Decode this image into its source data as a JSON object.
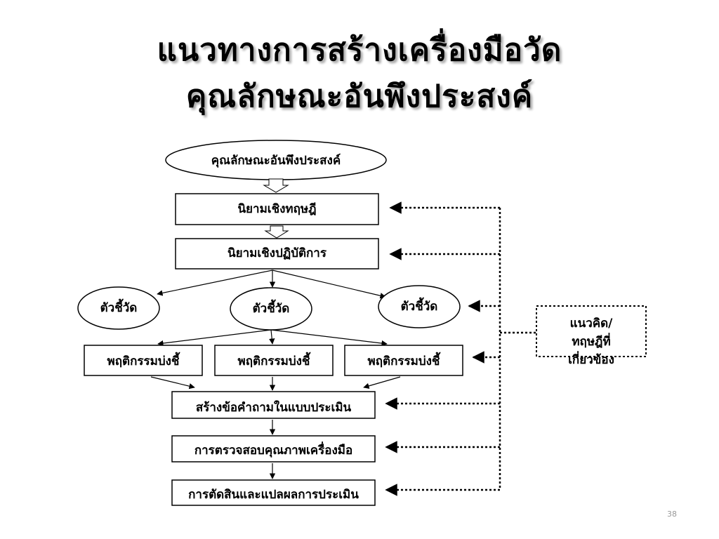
{
  "title": {
    "line1": "แนวทางการสร้างเครื่องมือวัด",
    "line2": "คุณลักษณะอันพึงประสงค์"
  },
  "flow": {
    "top_ellipse": "คุณลักษณะอันพึงประสงค์",
    "theory_definition": "นิยามเชิงทฤษฎี",
    "operational_definition": "นิยามเชิงปฏิบัติการ",
    "indicators": [
      "ตัวชี้วัด",
      "ตัวชี้วัด",
      "ตัวชี้วัด"
    ],
    "behaviors": [
      "พฤติกรรมบ่งชี้",
      "พฤติกรรมบ่งชี้",
      "พฤติกรรมบ่งชี้"
    ],
    "create_items": "สร้างข้อคำถามในแบบประเมิน",
    "quality_check": "การตรวจสอบคุณภาพเครื่องมือ",
    "judgement": "การตัดสินและแปลผลการประเมิน"
  },
  "side_box": "แนวคิด/ทฤษฎีที่เกี่ยวข้อง",
  "page_number": "38"
}
